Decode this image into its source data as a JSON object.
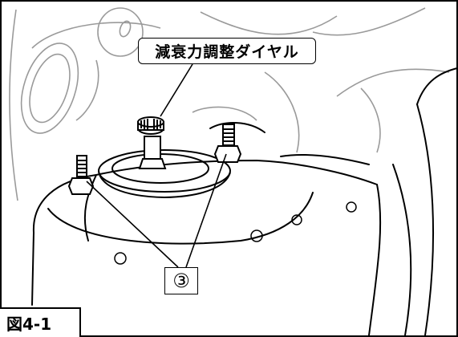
{
  "figure": {
    "label": "図4-1",
    "callouts": {
      "damping_dial": "減衰力調整ダイヤル",
      "stud_bolts": "③"
    }
  },
  "colors": {
    "line": "#000000",
    "background_line": "#9a9a9a",
    "paper": "#ffffff"
  }
}
